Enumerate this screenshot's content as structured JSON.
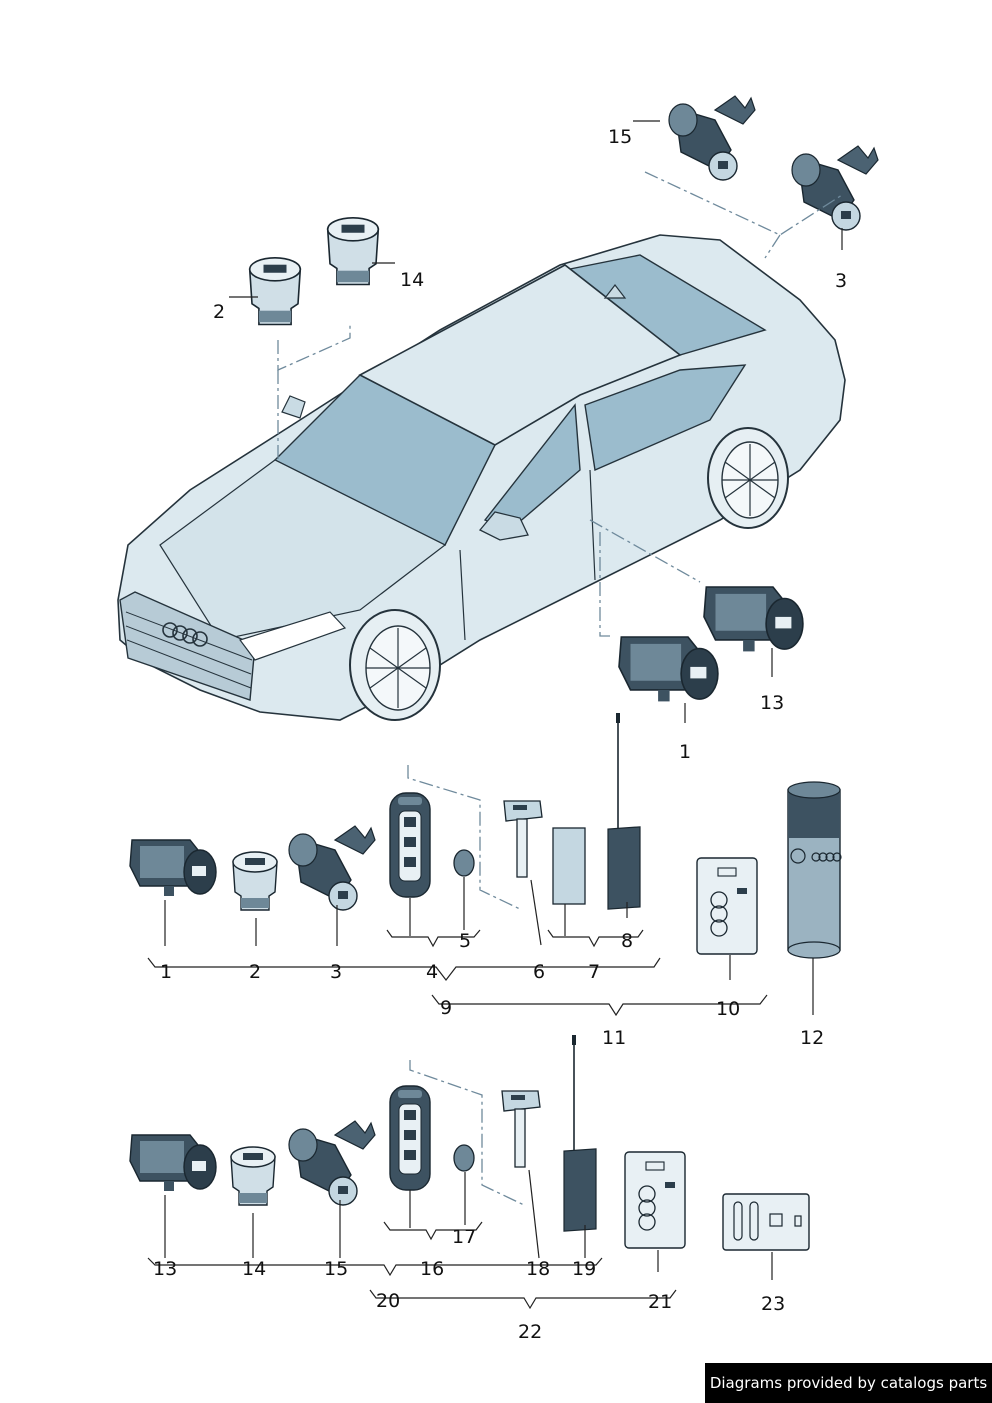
{
  "callouts": {
    "c1_top": "1",
    "c2_top": "2",
    "c3_top": "3",
    "c13_top": "13",
    "c14_top": "14",
    "c15_top": "15",
    "r1_1": "1",
    "r1_2": "2",
    "r1_3": "3",
    "r1_4": "4",
    "r1_5": "5",
    "r1_6": "6",
    "r1_7": "7",
    "r1_8": "8",
    "r1_9": "9",
    "r1_10": "10",
    "r1_11": "11",
    "r1_12": "12",
    "r2_13": "13",
    "r2_14": "14",
    "r2_15": "15",
    "r2_16": "16",
    "r2_17": "17",
    "r2_18": "18",
    "r2_19": "19",
    "r2_20": "20",
    "r2_21": "21",
    "r2_22": "22",
    "r2_23": "23"
  },
  "footer": {
    "text": "Diagrams provided by catalogs parts"
  },
  "colors": {
    "body": "#dce9ef",
    "glass": "#9bbccd",
    "dark": "#2c3e4b",
    "line": "#25333c",
    "dash": "#6f8a9c"
  }
}
